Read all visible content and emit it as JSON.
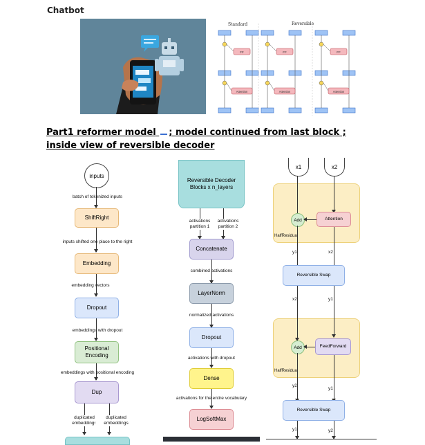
{
  "page": {
    "title": "Chatbot",
    "heading": [
      "Part1 reformer model",
      "; model continued from last block ;   inside view of reversible decoder"
    ]
  },
  "figure": {
    "standard_label": "Standard",
    "reversible_label": "Reversible",
    "ff_label": "FF",
    "attention_label": "Attention"
  },
  "left_diagram": {
    "inputs": "inputs",
    "l1": "batch of tokenized inputs",
    "shiftright": "ShiftRight",
    "l2": "inputs shifted one place to the right",
    "embedding": "Embedding",
    "l3": "embedding vectors",
    "dropout": "Dropout",
    "l4": "embeddings with dropout",
    "positional": "Positional\nEncoding",
    "l5": "embeddings with positional encoding",
    "dup": "Dup",
    "l6a": "duplicated\nembeddings",
    "l6b": "duplicated\nembeddings"
  },
  "middle_diagram": {
    "rev_block": "Reversible Decoder\nBlocks x n_layers",
    "p1": "activations\npartition 1",
    "p2": "activations\npartition 2",
    "concat": "Concatenate",
    "m1": "combined activations",
    "layernorm": "LayerNorm",
    "m2": "normalized activations",
    "dropout": "Dropout",
    "m3": "activations with dropout",
    "dense": "Dense",
    "m4": "activations for the entire vocabulary",
    "logsoftmax": "LogSoftMax"
  },
  "right_diagram": {
    "x1": "x1",
    "x2": "x2",
    "add1": "Add",
    "attention": "Attention",
    "halfresidual1": "HalfResidual",
    "y1a": "y1",
    "x2a": "x2",
    "revswap1": "Reversible Swap",
    "x2b": "x2",
    "y1b": "y1",
    "add2": "Add",
    "feedforward": "FeedForward",
    "halfresidual2": "HalfResidual",
    "y2a": "y2",
    "y1c": "y1",
    "revswap2": "Reversible Swap",
    "y1d": "y1",
    "y2b": "y2"
  }
}
